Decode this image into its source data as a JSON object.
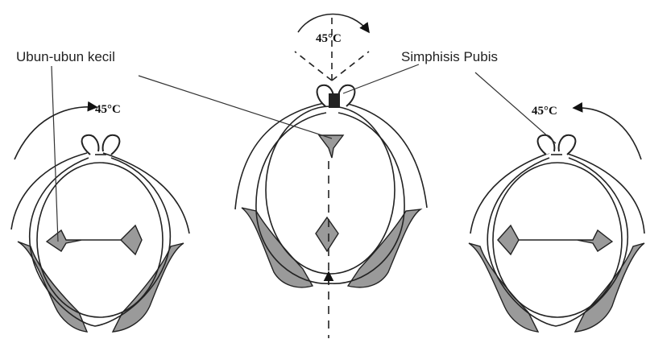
{
  "labels": {
    "small_fontanelle": "Ubun-ubun kecil",
    "pubic_symphysis": "Simphisis Pubis",
    "angle_left": "45°C",
    "angle_center": "45°C",
    "angle_right": "45°C"
  },
  "colors": {
    "line": "#222222",
    "shading": "#9a9a9a",
    "background": "#ffffff"
  }
}
